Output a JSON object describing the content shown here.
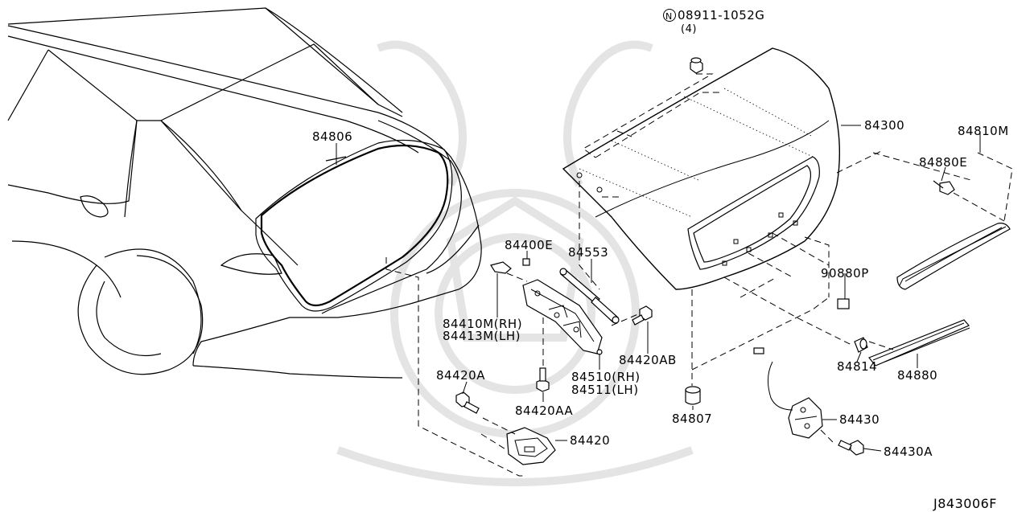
{
  "diagram_id": "J843006F",
  "labels": {
    "nut": "08911-1052G",
    "nut_qty": "(4)",
    "weatherstrip": "84806",
    "trunk_lid": "84300",
    "finisher_assy": "84810M",
    "clip": "84880E",
    "bumper_rubber_small": "84400E",
    "stay": "84553",
    "hinge_rh": "84410M(RH)",
    "hinge_lh": "84413M(LH)",
    "bolt_ab": "84420AB",
    "torsion_rh": "84510(RH)",
    "torsion_lh": "84511(LH)",
    "bolt_a": "84420A",
    "bolt_aa": "84420AA",
    "striker": "84420",
    "bumper_rubber": "84807",
    "label_plate": "90880P",
    "grommet": "84814",
    "finisher": "84880",
    "lock": "84430",
    "lock_bolt": "84430A"
  }
}
